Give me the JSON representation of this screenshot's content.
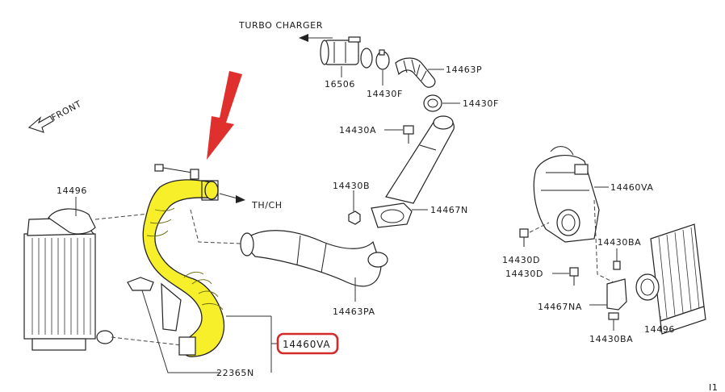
{
  "labels": {
    "turbo_charger": "TURBO CHARGER",
    "front": "FRONT",
    "thch": "TH/CH",
    "p16506": "16506",
    "p14430F_a": "14430F",
    "p14463P": "14463P",
    "p14430F_b": "14430F",
    "p14430A": "14430A",
    "p14430B": "14430B",
    "p14467N": "14467N",
    "p14496_left": "14496",
    "p14463PA": "14463PA",
    "p14460VA_highlight": "14460VA",
    "p22365N": "22365N",
    "p14460VA_right": "14460VA",
    "p14430BA_top": "14430BA",
    "p14430D_a": "14430D",
    "p14430D_b": "14430D",
    "p14467NA": "14467NA",
    "p14496_right": "14496",
    "p14430BA_bottom": "14430BA",
    "corner_mark": "I1"
  },
  "colors": {
    "highlight_part": "#f7ef2a",
    "callout_border": "#d42a2a",
    "arrow": "#e0302e",
    "line": "#222222"
  }
}
